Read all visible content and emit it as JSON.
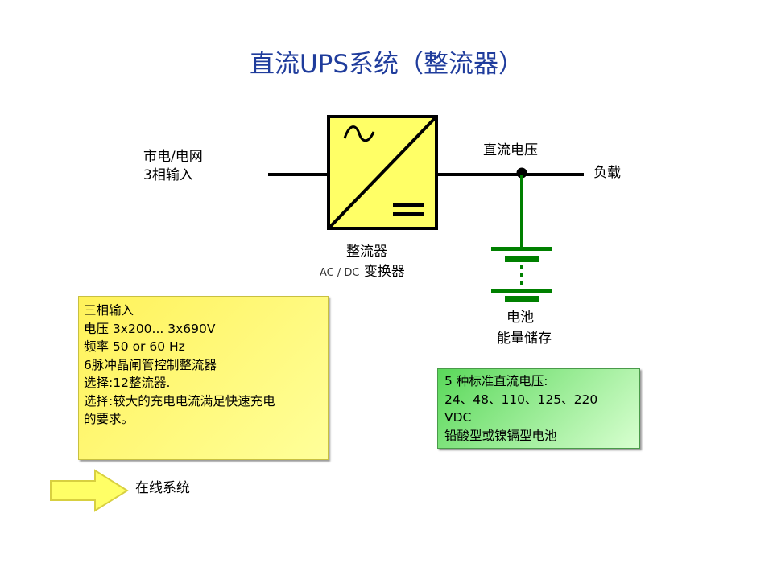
{
  "title": "直流UPS系统（整流器）",
  "labels": {
    "grid_line1": "市电/电网",
    "grid_line2": "3相输入",
    "dc_voltage": "直流电压",
    "load": "负载",
    "rectifier": "整流器",
    "acdc_prefix": "AC / DC",
    "acdc_suffix": "变换器",
    "battery": "电池",
    "energy_storage": "能量储存",
    "online_system": "在线系统"
  },
  "rectifier_notes": [
    "三相输入",
    "电压 3x200... 3x690V",
    "频率 50 or 60 Hz",
    "6脉冲晶闸管控制整流器",
    "选择:12整流器.",
    "选择:较大的充电电流满足快速充电",
    "的要求。"
  ],
  "dc_notes": [
    "5 种标准直流电压:",
    "24、48、110、125、220",
    "VDC",
    "铅酸型或镍镉型电池"
  ],
  "colors": {
    "title": "#1f3c9c",
    "box_fill": "#ffff66",
    "battery": "#008000"
  }
}
